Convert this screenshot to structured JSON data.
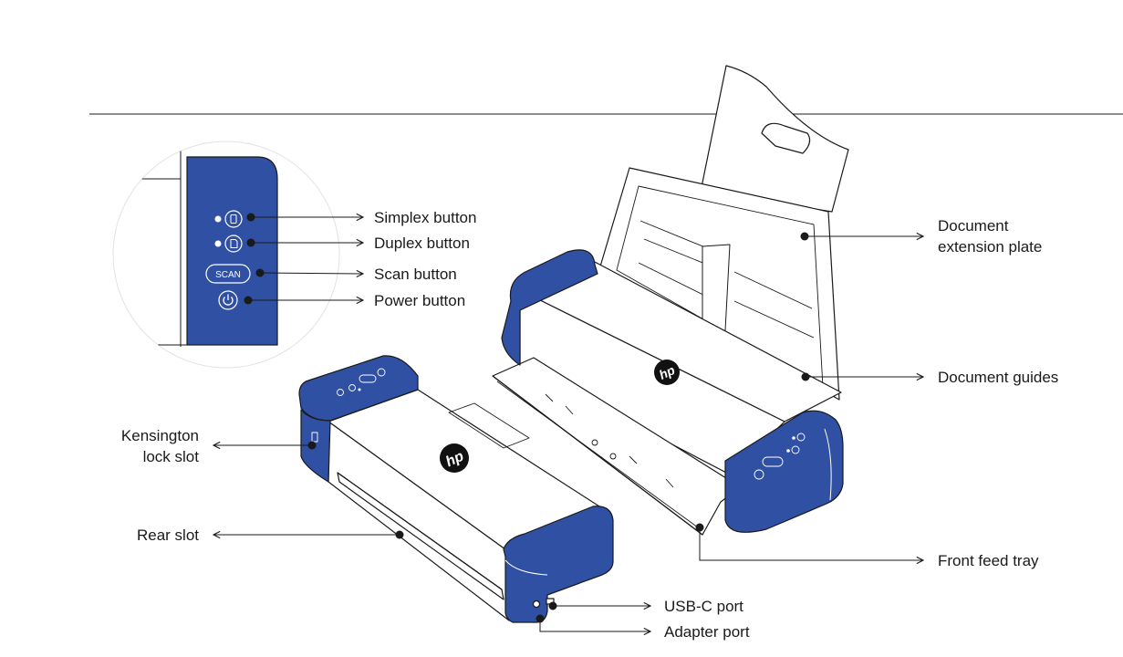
{
  "diagram": {
    "colors": {
      "brand_blue": "#3050a4",
      "line": "#1a1a1a",
      "paper": "#ffffff",
      "panel_light": "#f4f4f4"
    },
    "brand_logo": "hp",
    "inset": {
      "scan_label": "SCAN",
      "icons": [
        "simplex-icon",
        "duplex-icon",
        "power-icon"
      ]
    },
    "labels": {
      "simplex": "Simplex button",
      "duplex": "Duplex button",
      "scan": "Scan button",
      "power": "Power button",
      "doc_extension_line1": "Document",
      "doc_extension_line2": "extension plate",
      "doc_guides": "Document guides",
      "kensington_line1": "Kensington",
      "kensington_line2": "lock slot",
      "rear_slot": "Rear slot",
      "front_feed_tray": "Front feed tray",
      "usbc_port": "USB-C port",
      "adapter_port": "Adapter port"
    }
  }
}
